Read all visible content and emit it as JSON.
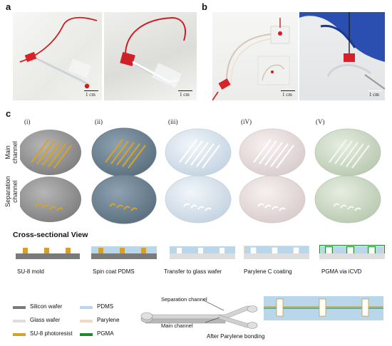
{
  "panels": {
    "a": "a",
    "b": "b",
    "c": "c"
  },
  "scale_bars": [
    "1 cm",
    "1 cm",
    "1 cm",
    "1 cm"
  ],
  "steps": {
    "numerals": [
      "(i)",
      "(ii)",
      "(iii)",
      "(iV)",
      "(V)"
    ]
  },
  "row_labels": {
    "main": [
      "Main",
      "channel"
    ],
    "separation": [
      "Separation",
      "channel"
    ]
  },
  "cross_section": {
    "title": "Cross-sectional View",
    "labels": [
      "SU-8 mold",
      "Spin coat PDMS",
      "Transfer to glass wafer",
      "Parylene C coating",
      "PGMA via iCVD"
    ]
  },
  "legend": {
    "items": [
      {
        "label": "Silicon wafer",
        "color": "#7a7a7a"
      },
      {
        "label": "PDMS",
        "color": "#b9d7ea"
      },
      {
        "label": "Glass wafer",
        "color": "#dedede"
      },
      {
        "label": "Parylene",
        "color": "#f3d9c0"
      },
      {
        "label": "SU-8 photoresist",
        "color": "#d5a12a"
      },
      {
        "label": "PGMA",
        "color": "#1f8a2c"
      }
    ]
  },
  "bonding": {
    "separation_label": "Separation channel",
    "main_label": "Main channel",
    "caption": "After Parylene bonding"
  }
}
